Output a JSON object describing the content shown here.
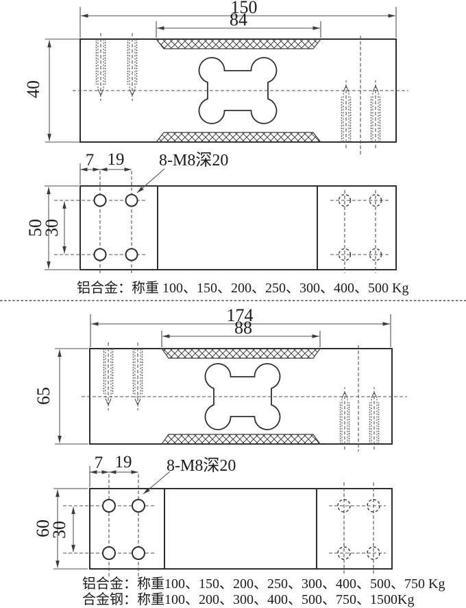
{
  "palette": {
    "background": "#ffffff",
    "outline_color": "#2e2e2e",
    "dimension_color": "#4d4d4d",
    "text_color": "#1b1b1b"
  },
  "upper_drawing": {
    "side_view": {
      "length_label": "150",
      "pocket_label": "84",
      "height_label": "40"
    },
    "top_view": {
      "edge_offset_label": "7",
      "hole_pitch_label": "19",
      "thread_note": "8-M8深20",
      "width_label": "50",
      "row_pitch_label": "30"
    },
    "caption": "铝合金：称重 100、150、200、250、300、400、500 Kg"
  },
  "lower_drawing": {
    "side_view": {
      "length_label": "174",
      "pocket_label": "88",
      "height_label": "65"
    },
    "top_view": {
      "edge_offset_label": "7",
      "hole_pitch_label": "19",
      "thread_note": "8-M8深20",
      "width_label": "60",
      "row_pitch_label": "30"
    },
    "caption_line1": "铝合金：称重100、150、200、250、300、400、500、750 Kg",
    "caption_line2": "合金钢：称重100、200、300、400、500、750、1500Kg"
  }
}
